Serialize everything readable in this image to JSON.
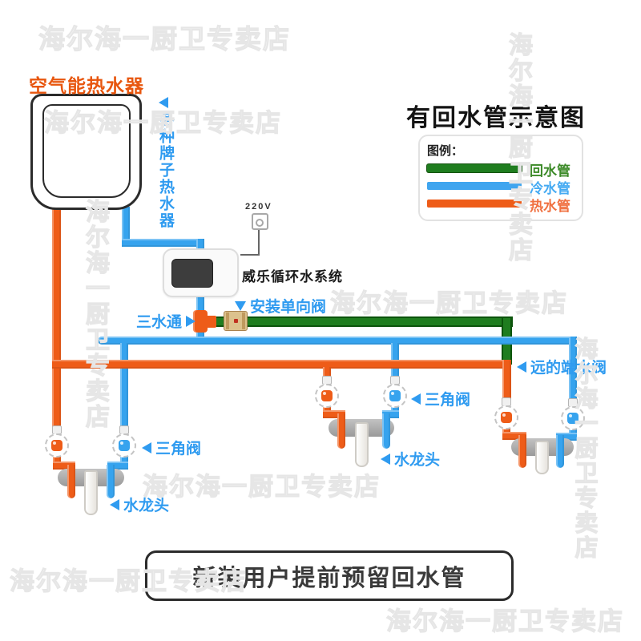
{
  "title": "有回水管示意图",
  "watermark": "海尔海一厨卫专卖店",
  "heater": {
    "label": "空气能热水器",
    "side_note": "各种牌子热水器"
  },
  "pump": {
    "power_label": "220V",
    "name": "威乐循环水系统"
  },
  "callouts": {
    "tee": "三水通",
    "check_valve": "安装单向阀",
    "far_valve": "远的端水阀",
    "angle_valve": "三角阀",
    "faucet": "水龙头"
  },
  "legend": {
    "heading": "图例：",
    "items": [
      {
        "label": "回水管",
        "color": "#1f7d1f"
      },
      {
        "label": "冷水管",
        "color": "#3fa5ef"
      },
      {
        "label": "热水管",
        "color": "#ee5c18"
      }
    ]
  },
  "footer": {
    "text": "新装用户提前预留回水管"
  },
  "colors": {
    "hot_pipe": "#ee5c18",
    "cold_pipe": "#36a3ee",
    "return_pipe": "#1f7d1f",
    "callout_text": "#2f9bf0",
    "heater_label": "#e8560e"
  }
}
